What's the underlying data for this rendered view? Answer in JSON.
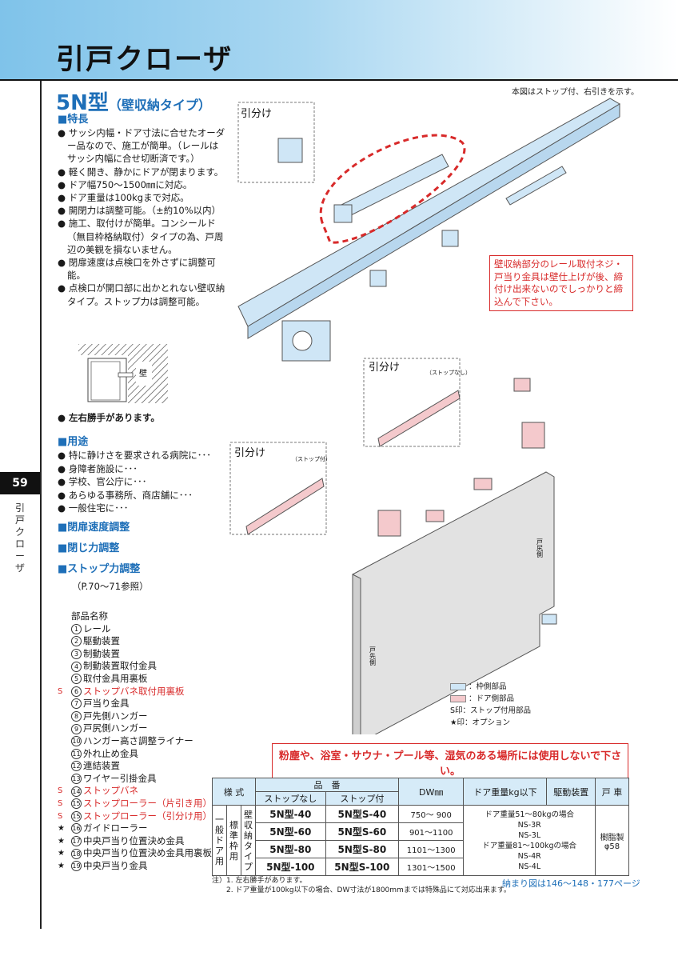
{
  "header": {
    "title": "引戸クローザ"
  },
  "side": {
    "page_number": "59",
    "title": "引戸クローザ"
  },
  "model": {
    "name": "5N型",
    "subtitle": "（壁収納タイプ）"
  },
  "figure_note": "本図はストップ付、右引きを示す。",
  "features": {
    "heading": "■特長",
    "items": [
      "● サッシ内幅・ドア寸法に合せたオーダー品なので、施工が簡単。（レールはサッシ内幅に合せ切断済です。）",
      "● 軽く開き、静かにドアが閉まります。",
      "● ドア幅750～1500㎜に対応。",
      "● ドア重量は100kgまで対応。",
      "● 開閉力は調整可能。（±約10%以内）",
      "● 施工、取付けが簡単。コンシールド（無目枠格納取付）タイプの為、戸周辺の美観を損ないません。",
      "● 閉扉速度は点検口を外さずに調整可能。",
      "● 点検口が開口部に出かとれない壁収納タイプ。ストップ力は調整可能。"
    ]
  },
  "thumb_label": "壁",
  "left_right_note": "● 左右勝手があります。",
  "uses": {
    "heading": "■用途",
    "items": [
      "● 特に静けさを要求される病院に･･･",
      "● 身障者施設に･･･",
      "● 学校、官公庁に･･･",
      "● あらゆる事務所、商店舗に･･･",
      "● 一般住宅に･･･"
    ]
  },
  "adjust": {
    "speed": "■閉扉速度調整",
    "close": "■閉じ力調整",
    "stop": "■ストップ力調整",
    "ref": "（P.70～71参照）"
  },
  "parts": {
    "heading": "部品名称",
    "items": [
      {
        "mark": "",
        "num": "1",
        "name": "レール",
        "red": false
      },
      {
        "mark": "",
        "num": "2",
        "name": "駆動装置",
        "red": false
      },
      {
        "mark": "",
        "num": "3",
        "name": "制動装置",
        "red": false
      },
      {
        "mark": "",
        "num": "4",
        "name": "制動装置取付金具",
        "red": false
      },
      {
        "mark": "",
        "num": "5",
        "name": "取付金具用裏板",
        "red": false
      },
      {
        "mark": "S",
        "num": "6",
        "name": "ストップバネ取付用裏板",
        "red": true
      },
      {
        "mark": "",
        "num": "7",
        "name": "戸当り金具",
        "red": false
      },
      {
        "mark": "",
        "num": "8",
        "name": "戸先側ハンガー",
        "red": false
      },
      {
        "mark": "",
        "num": "9",
        "name": "戸尻側ハンガー",
        "red": false
      },
      {
        "mark": "",
        "num": "10",
        "name": "ハンガー高さ調整ライナー",
        "red": false
      },
      {
        "mark": "",
        "num": "11",
        "name": "外れ止め金具",
        "red": false
      },
      {
        "mark": "",
        "num": "12",
        "name": "連結装置",
        "red": false
      },
      {
        "mark": "",
        "num": "13",
        "name": "ワイヤー引掛金具",
        "red": false
      },
      {
        "mark": "S",
        "num": "14",
        "name": "ストップバネ",
        "red": true
      },
      {
        "mark": "S",
        "num": "15",
        "name": "ストップローラー（片引き用）",
        "red": true
      },
      {
        "mark": "S",
        "num": "15",
        "name": "ストップローラー（引分け用）",
        "red": true
      },
      {
        "mark": "★",
        "num": "16",
        "name": "ガイドローラー",
        "red": false
      },
      {
        "mark": "★",
        "num": "17",
        "name": "中央戸当り位置決め金具",
        "red": false
      },
      {
        "mark": "★",
        "num": "18",
        "name": "中央戸当り位置決め金具用裏板",
        "red": false
      },
      {
        "mark": "★",
        "num": "19",
        "name": "中央戸当り金具",
        "red": false
      }
    ]
  },
  "diagram": {
    "hikiwake": "引分け",
    "stop_nashi": "（ストップなし）",
    "stop_tsuki": "（ストップ付）",
    "tojiri": "戸尻側",
    "tosaki": "戸先側"
  },
  "warn_box": "壁収納部分のレール取付ネジ・戸当り金具は壁仕上げが後、締付け出来ないのでしっかりと締込んで下さい。",
  "legend": [
    {
      "swatch": "#cfe6f6",
      "text": "：枠側部品"
    },
    {
      "swatch": "#f4c9cc",
      "text": "：ドア側部品"
    },
    {
      "swatch": "",
      "text": "S印：ストップ付用部品"
    },
    {
      "swatch": "",
      "text": "★印：オプション"
    }
  ],
  "warning_main": "粉塵や、浴室・サウナ・プール等、湿気のある場所には使用しないで下さい。",
  "table": {
    "h_style": "様 式",
    "h_hinban": "品　番",
    "h_stop_nashi": "ストップなし",
    "h_stop_tsuki": "ストップ付",
    "h_dw": "DW㎜",
    "h_weight": "ドア重量kg以下",
    "h_drive": "駆動装置",
    "h_roller": "戸 車",
    "style_a": "一般ドア用",
    "style_b": "標準枠用",
    "style_c": "壁収納タイプ",
    "rows": [
      {
        "nashi": "5N型-40",
        "tsuki": "5N型S-40",
        "dw": "750～ 900"
      },
      {
        "nashi": "5N型-60",
        "tsuki": "5N型S-60",
        "dw": "901～1100"
      },
      {
        "nashi": "5N型-80",
        "tsuki": "5N型S-80",
        "dw": "1101～1300"
      },
      {
        "nashi": "5N型-100",
        "tsuki": "5N型S-100",
        "dw": "1301～1500"
      }
    ],
    "drive_lines": [
      "ドア重量51～80kgの場合",
      "NS-3R",
      "NS-3L",
      "ドア重量81～100kgの場合",
      "NS-4R",
      "NS-4L"
    ],
    "roller": "樹脂製 φ58"
  },
  "notes": [
    "注）1. 左右勝手があります。",
    "　　2. ドア重量が100kg以下の場合、DW寸法が1800mmまでは特殊品にて対応出来ます。"
  ],
  "page_ref": "納まり図は146～148・177ページ"
}
